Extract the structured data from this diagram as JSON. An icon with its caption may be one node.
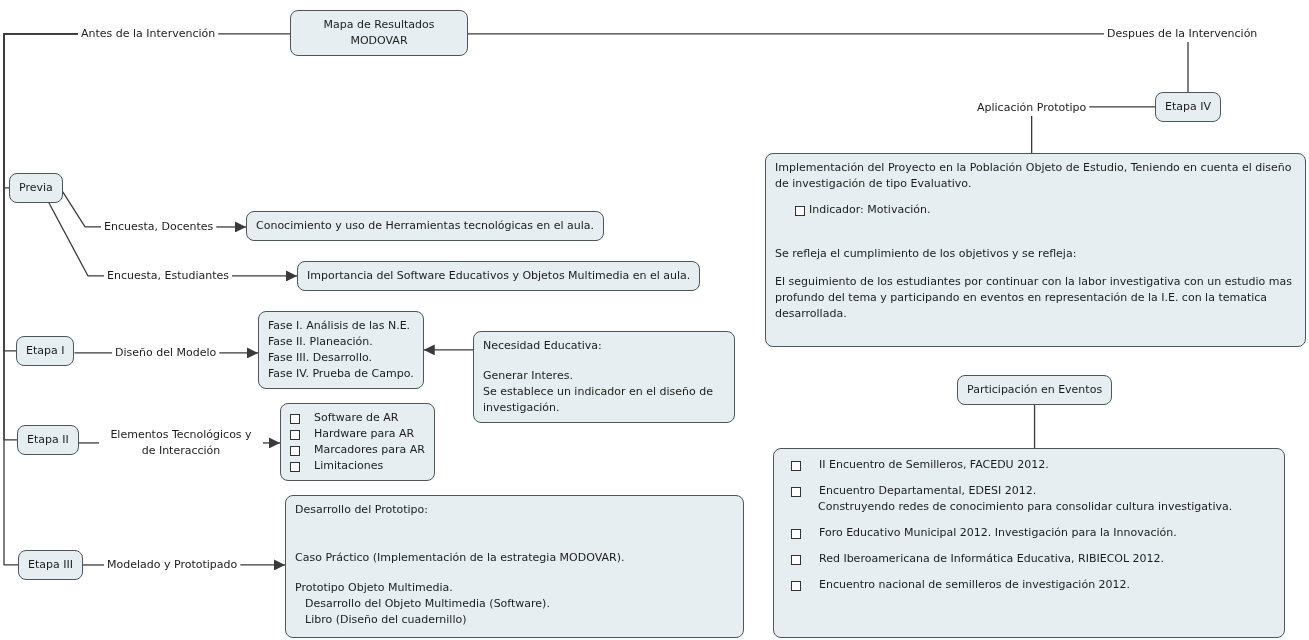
{
  "diagram": {
    "nodes": [
      {
        "text": [
          "Mapa de Resultados MODOVAR"
        ]
      },
      {
        "text": [
          "Antes de la Intervención"
        ]
      },
      {
        "text": [
          "Despues de la Intervención"
        ]
      },
      {
        "text": [
          "Previa"
        ]
      },
      {
        "text": [
          "Encuesta, Docentes"
        ]
      },
      {
        "text": [
          "Conocimiento y uso de Herramientas tecnológicas en el aula."
        ]
      },
      {
        "text": [
          "Encuesta, Estudiantes"
        ]
      },
      {
        "text": [
          "Importancia del Software Educativos y Objetos Multimedia en el aula."
        ]
      },
      {
        "text": [
          "Etapa I"
        ]
      },
      {
        "text": [
          "Diseño del Modelo"
        ]
      },
      {
        "text": [
          "Fase I. Análisis de las N.E.",
          "Fase II. Planeación.",
          "Fase III. Desarrollo.",
          "Fase IV. Prueba de Campo."
        ]
      },
      {
        "text": [
          "Necesidad Educativa:",
          "Generar Interes.",
          "Se establece un indicador en el diseño de investigación."
        ]
      },
      {
        "text": [
          "Etapa II"
        ]
      },
      {
        "text": [
          "Elementos Tecnológicos y de Interacción"
        ]
      },
      {
        "text": [
          "Software de AR",
          "Hardware para AR",
          "Marcadores para AR",
          "Limitaciones"
        ]
      },
      {
        "text": [
          "Etapa III"
        ]
      },
      {
        "text": [
          "Modelado y Prototipado"
        ]
      },
      {
        "text": [
          "Desarrollo del Prototipo:",
          "Caso Práctico (Implementación de la estrategia MODOVAR).",
          "Prototipo Objeto Multimedia.",
          "Desarrollo del Objeto Multimedia (Software).",
          "Libro (Diseño del cuadernillo)"
        ]
      },
      {
        "text": [
          "Etapa IV"
        ]
      },
      {
        "text": [
          "Aplicación Prototipo"
        ]
      },
      {
        "text": [
          "Implementación del Proyecto en la Población Objeto de Estudio, Teniendo en cuenta el diseño de investigación de tipo Evaluativo.",
          "Indicador: Motivación.",
          "Se refleja el cumplimiento de los objetivos y se refleja:",
          "El seguimiento de los estudiantes por continuar con la labor investigativa con un estudio mas profundo del tema y participando en eventos en representación de la I.E. con la tematica desarrollada."
        ]
      },
      {
        "text": [
          "Participación en Eventos"
        ]
      },
      {
        "text": [
          "II Encuentro de Semilleros, FACEDU 2012.",
          "Encuentro Departamental, EDESI 2012.",
          "Construyendo redes de conocimiento para consolidar cultura investigativa.",
          "Foro Educativo Municipal 2012. Investigación para la Innovación.",
          "Red Iberoamericana de Informática Educativa, RIBIECOL 2012.",
          "Encuentro nacional de semilleros de investigación 2012."
        ]
      }
    ],
    "edges": [
      {
        "from": 0,
        "to": 1,
        "arrow": "none"
      },
      {
        "from": 1,
        "to": 3,
        "arrow": "none"
      },
      {
        "from": 1,
        "to": 8,
        "arrow": "none"
      },
      {
        "from": 1,
        "to": 12,
        "arrow": "none"
      },
      {
        "from": 1,
        "to": 15,
        "arrow": "none"
      },
      {
        "from": 0,
        "to": 2,
        "arrow": "none"
      },
      {
        "from": 2,
        "to": 18,
        "arrow": "none"
      },
      {
        "from": 18,
        "to": 19,
        "arrow": "none"
      },
      {
        "from": 19,
        "to": 20,
        "arrow": "none"
      },
      {
        "from": 3,
        "to": 4,
        "arrow": "none"
      },
      {
        "from": 3,
        "to": 6,
        "arrow": "none"
      },
      {
        "from": 4,
        "to": 5,
        "arrow": "to"
      },
      {
        "from": 6,
        "to": 7,
        "arrow": "to"
      },
      {
        "from": 8,
        "to": 9,
        "arrow": "none"
      },
      {
        "from": 9,
        "to": 10,
        "arrow": "to"
      },
      {
        "from": 11,
        "to": 10,
        "arrow": "to"
      },
      {
        "from": 12,
        "to": 13,
        "arrow": "none"
      },
      {
        "from": 13,
        "to": 14,
        "arrow": "to"
      },
      {
        "from": 15,
        "to": 16,
        "arrow": "none"
      },
      {
        "from": 16,
        "to": 17,
        "arrow": "to"
      },
      {
        "from": 21,
        "to": 22,
        "arrow": "none"
      }
    ]
  }
}
